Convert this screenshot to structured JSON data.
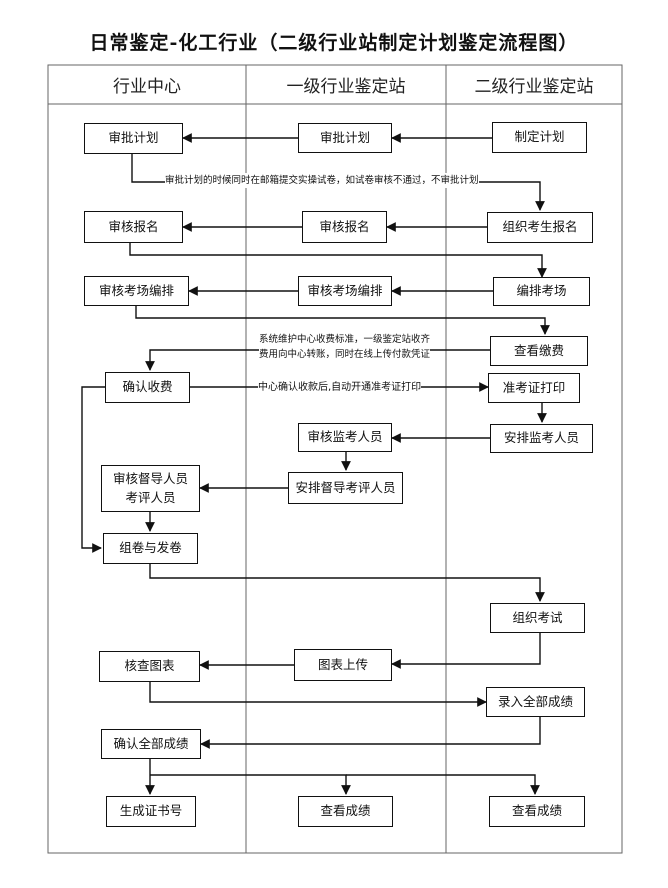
{
  "title": "日常鉴定-化工行业（二级行业站制定计划鉴定流程图）",
  "lanes": [
    "行业中心",
    "一级行业鉴定站",
    "二级行业鉴定站"
  ],
  "nodes": {
    "n1": "审批计划",
    "n2": "审批计划",
    "n3": "制定计划",
    "n4": "审核报名",
    "n5": "审核报名",
    "n6": "组织考生报名",
    "n7": "审核考场编排",
    "n8": "审核考场编排",
    "n9": "编排考场",
    "n10": "查看缴费",
    "n11": "确认收费",
    "n12": "准考证打印",
    "n13": "审核监考人员",
    "n14": "安排监考人员",
    "n15": "审核督导人员\n考评人员",
    "n16": "安排督导考评人员",
    "n17": "组卷与发卷",
    "n18": "组织考试",
    "n19": "核查图表",
    "n20": "图表上传",
    "n21": "录入全部成绩",
    "n22": "确认全部成绩",
    "n23": "生成证书号",
    "n24": "查看成绩",
    "n25": "查看成绩"
  },
  "notes": {
    "note1": "审批计划的时候同时在邮箱提交实操试卷，如试卷审核不通过，不审批计划",
    "note2": "系统维护中心收费标准，一级鉴定站收齐\n费用向中心转账，同时在线上传付款凭证",
    "note3": "中心确认收款后,自动开通准考证打印"
  },
  "colors": {
    "line": "#111111",
    "border": "#666666"
  }
}
